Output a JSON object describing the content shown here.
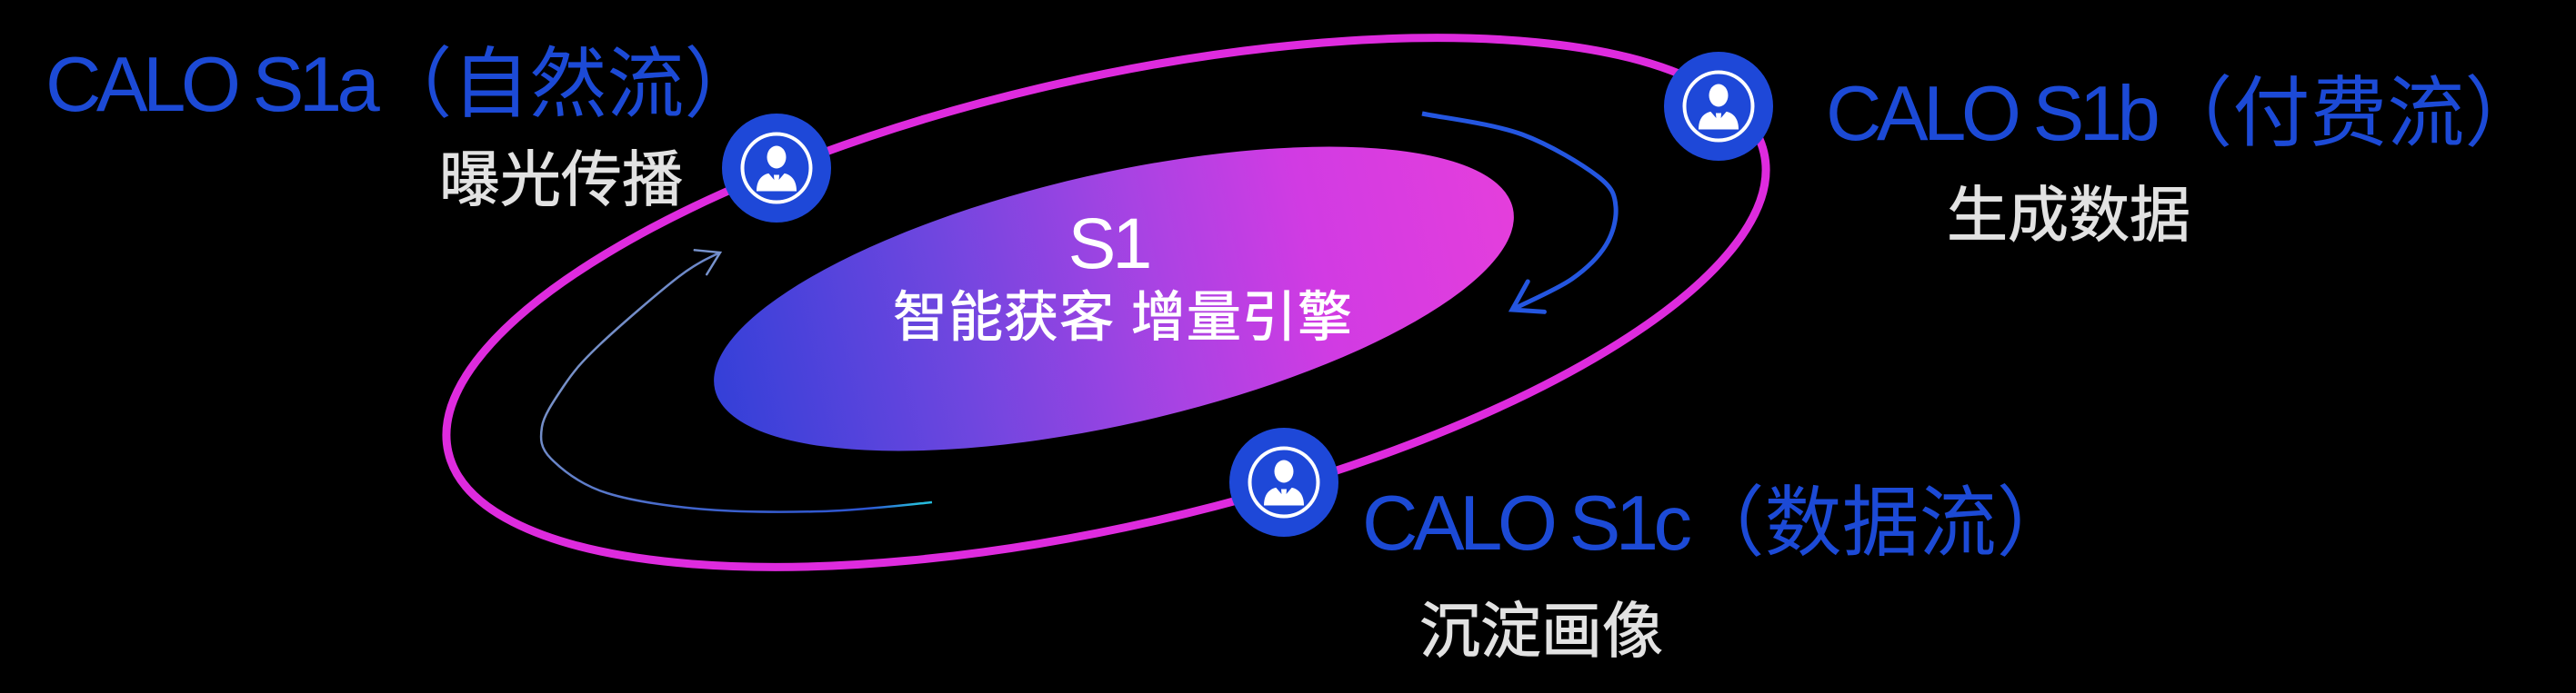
{
  "diagram": {
    "type": "orbit-ecosystem",
    "background": "#000000",
    "core": {
      "title": "S1",
      "tagline": "智能获客 增量引擎"
    },
    "nodes": [
      {
        "id": "s1a",
        "label_latin": "CALO S1a",
        "label_paren": "（自然流）",
        "sublabel": "曝光传播",
        "icon": "businessperson"
      },
      {
        "id": "s1b",
        "label_latin": "CALO S1b",
        "label_paren": "（付费流）",
        "sublabel": "生成数据",
        "icon": "businessperson"
      },
      {
        "id": "s1c",
        "label_latin": "CALO S1c",
        "label_paren": "（数据流）",
        "sublabel": "沉淀画像",
        "icon": "businessperson"
      }
    ],
    "colors": {
      "label_blue": "#1c4ad6",
      "node_disc_blue": "#1e48d8",
      "node_icon_white": "#ffffff",
      "orbit_magenta": "#de2bde",
      "core_gradient": [
        "#3440d8",
        "#6f46df",
        "#a843e3",
        "#d13be3",
        "#e43edc"
      ],
      "arrow_blue": "#2456e0",
      "thin_arrow_gradient": [
        "#7a93c8",
        "#3f63cc",
        "#2d55d2",
        "#28b7dc",
        "#22c3e0"
      ],
      "sublabel_gray": "#e2e2e2",
      "title_white": "#ffffff",
      "background": "#000000"
    }
  }
}
